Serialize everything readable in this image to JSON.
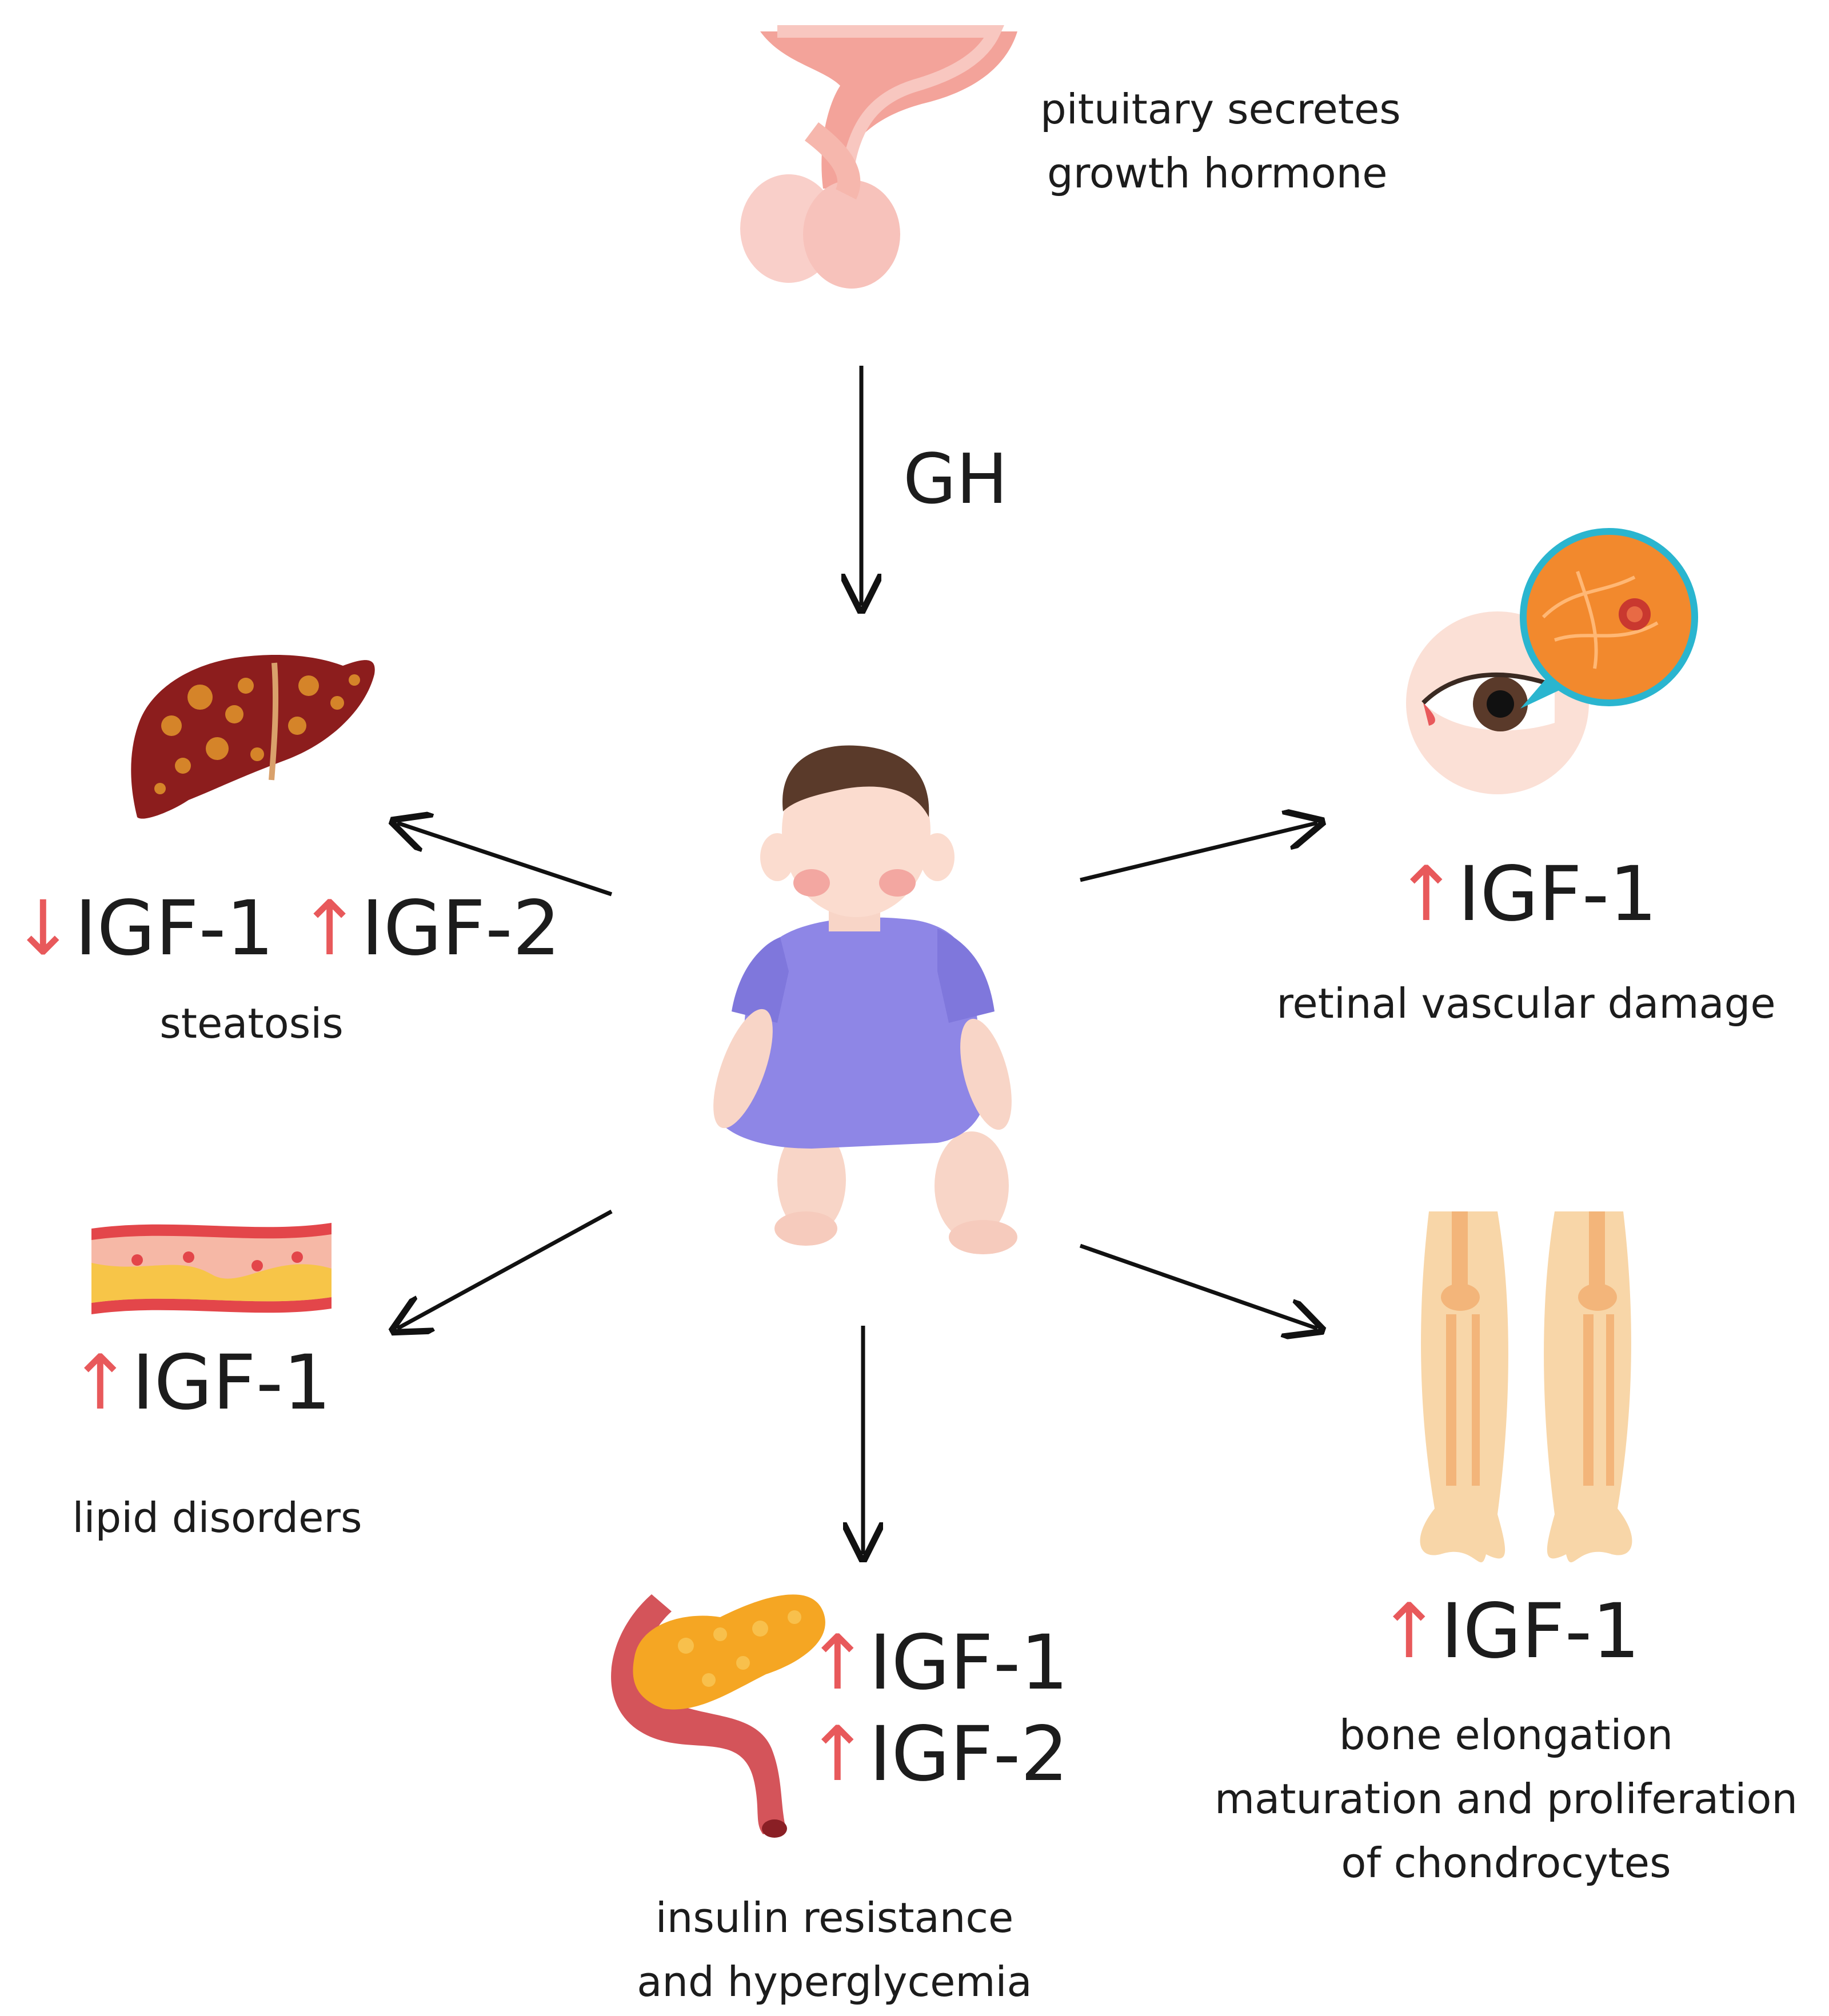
{
  "pituitary": {
    "icon": "pituitary-gland-icon",
    "caption_line1": "pituitary secretes",
    "caption_line2": "growth hormone"
  },
  "center": {
    "icon": "baby-icon",
    "arrow_label": "GH"
  },
  "liver": {
    "icon": "fatty-liver-icon",
    "marker1_arrow": "↓",
    "marker1": "IGF-1",
    "marker2_arrow": "↑",
    "marker2": "IGF-2",
    "caption": "steatosis"
  },
  "eye": {
    "icon": "eye-retina-icon",
    "marker_arrow": "↑",
    "marker": "IGF-1",
    "caption": "retinal vascular damage"
  },
  "artery": {
    "icon": "artery-plaque-icon",
    "marker_arrow": "↑",
    "marker": "IGF-1",
    "caption": "lipid disorders"
  },
  "pancreas": {
    "icon": "pancreas-icon",
    "marker1_arrow": "↑",
    "marker1": "IGF-1",
    "marker2_arrow": "↑",
    "marker2": "IGF-2",
    "caption_line1": "insulin resistance",
    "caption_line2": "and hyperglycemia"
  },
  "bones": {
    "icon": "leg-bones-icon",
    "marker_arrow": "↑",
    "marker": "IGF-1",
    "caption_line1": "bone elongation",
    "caption_line2": "maturation and proliferation",
    "caption_line3": "of chondrocytes"
  },
  "colors": {
    "arrow_red": "#e8595b",
    "text": "#1c1c1c"
  }
}
